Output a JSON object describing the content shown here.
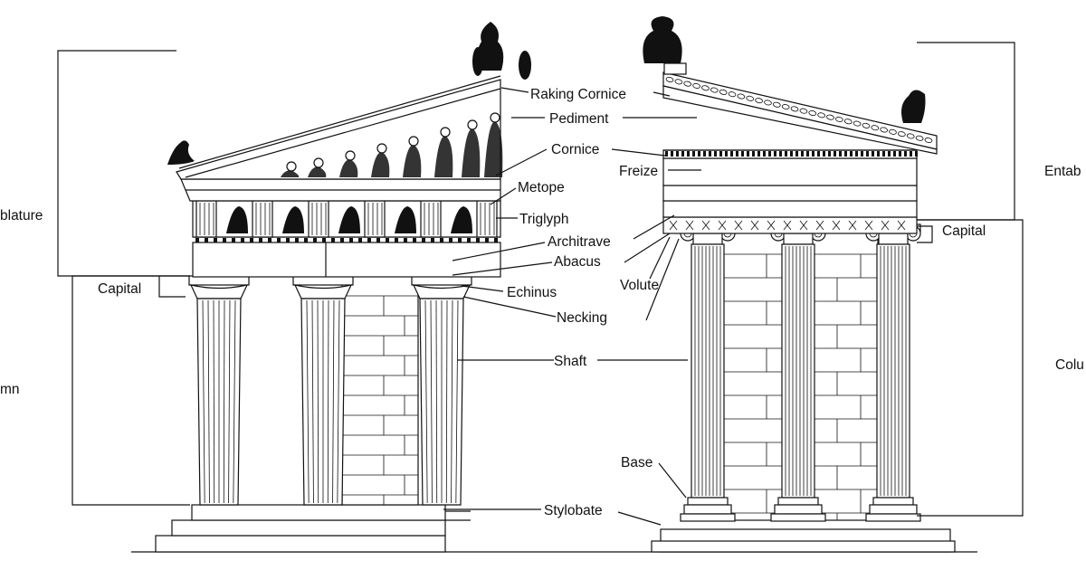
{
  "labels": {
    "entablature_left": "blature",
    "column_left": "mn",
    "capital_left": "Capital",
    "raking_cornice": "Raking Cornice",
    "pediment": "Pediment",
    "cornice": "Cornice",
    "frieze": "Freize",
    "metope": "Metope",
    "triglyph": "Triglyph",
    "architrave": "Architrave",
    "abacus": "Abacus",
    "volute": "Volute",
    "echinus": "Echinus",
    "necking": "Necking",
    "shaft": "Shaft",
    "base": "Base",
    "stylobate": "Stylobate",
    "capital_right": "Capital",
    "entablature_right": "Entab",
    "column_right": "Colu"
  },
  "colors": {
    "ink": "#111111",
    "paper": "#ffffff"
  }
}
